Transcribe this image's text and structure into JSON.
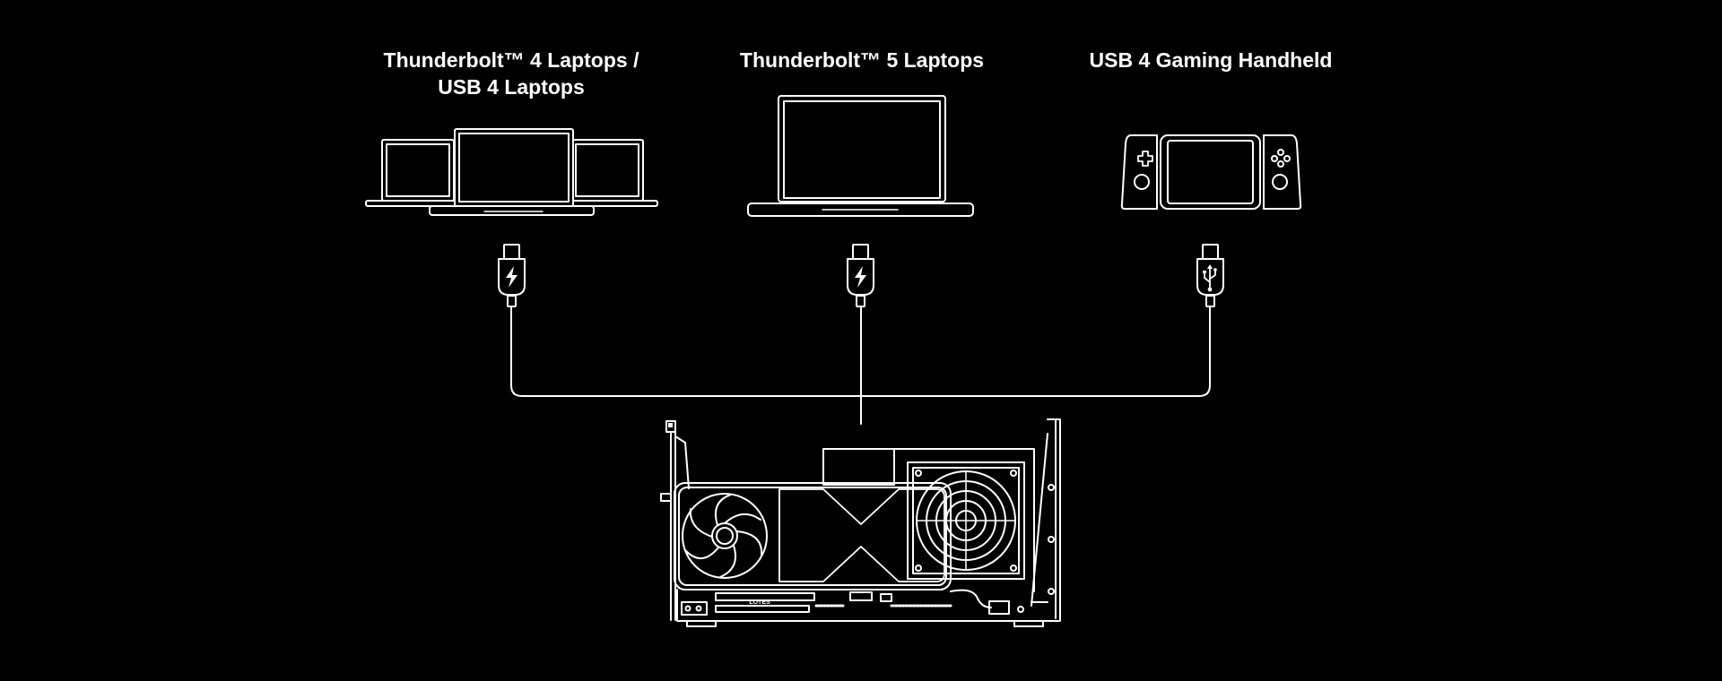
{
  "devices": [
    {
      "id": "tb4",
      "label_lines": [
        "Thunderbolt™ 4 Laptops /",
        "USB 4 Laptops"
      ],
      "connector_icon": "lightning-icon"
    },
    {
      "id": "tb5",
      "label_lines": [
        "Thunderbolt™ 5 Laptops"
      ],
      "connector_icon": "lightning-icon"
    },
    {
      "id": "usb4",
      "label_lines": [
        "USB 4 Gaming Handheld"
      ],
      "connector_icon": "usb-icon"
    }
  ],
  "enclosure": {
    "brand_mark": "LOTES"
  },
  "colors": {
    "background": "#000000",
    "line": "#ffffff"
  }
}
